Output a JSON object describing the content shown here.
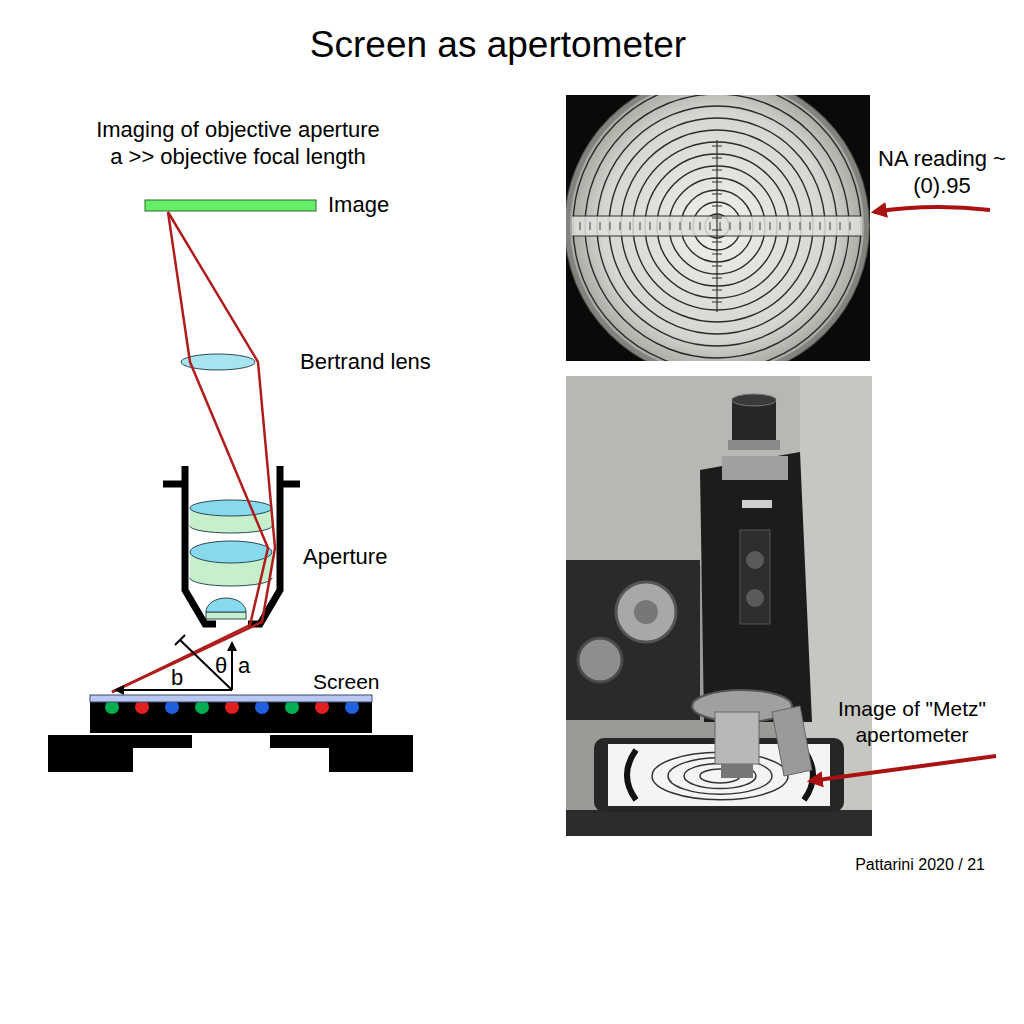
{
  "diagram": {
    "title": "Screen as apertometer",
    "labels": [
      "Imaging of objective aperture a >> objective focal length",
      "Image",
      "Bertrand lens",
      "Aperture",
      "θ",
      "a",
      "b",
      "Screen",
      "NA reading ~(0).95",
      "Image of \"Metz\" apertometer",
      "Pattarini 2020 / 21"
    ]
  }
}
